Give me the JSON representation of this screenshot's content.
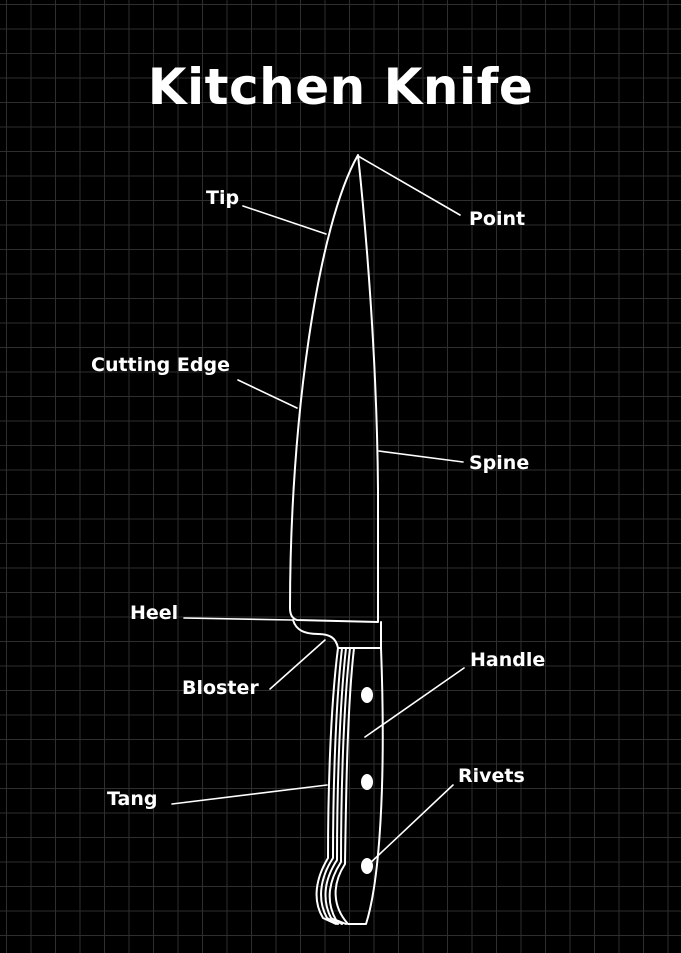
{
  "title": "Kitchen Knife",
  "labels": {
    "tip": "Tip",
    "point": "Point",
    "cutting_edge": "Cutting Edge",
    "spine": "Spine",
    "heel": "Heel",
    "bloster": "Bloster",
    "handle": "Handle",
    "tang": "Tang",
    "rivets": "Rivets"
  },
  "colors": {
    "background": "#000000",
    "grid": "#2e2e2e",
    "line": "#ffffff"
  }
}
